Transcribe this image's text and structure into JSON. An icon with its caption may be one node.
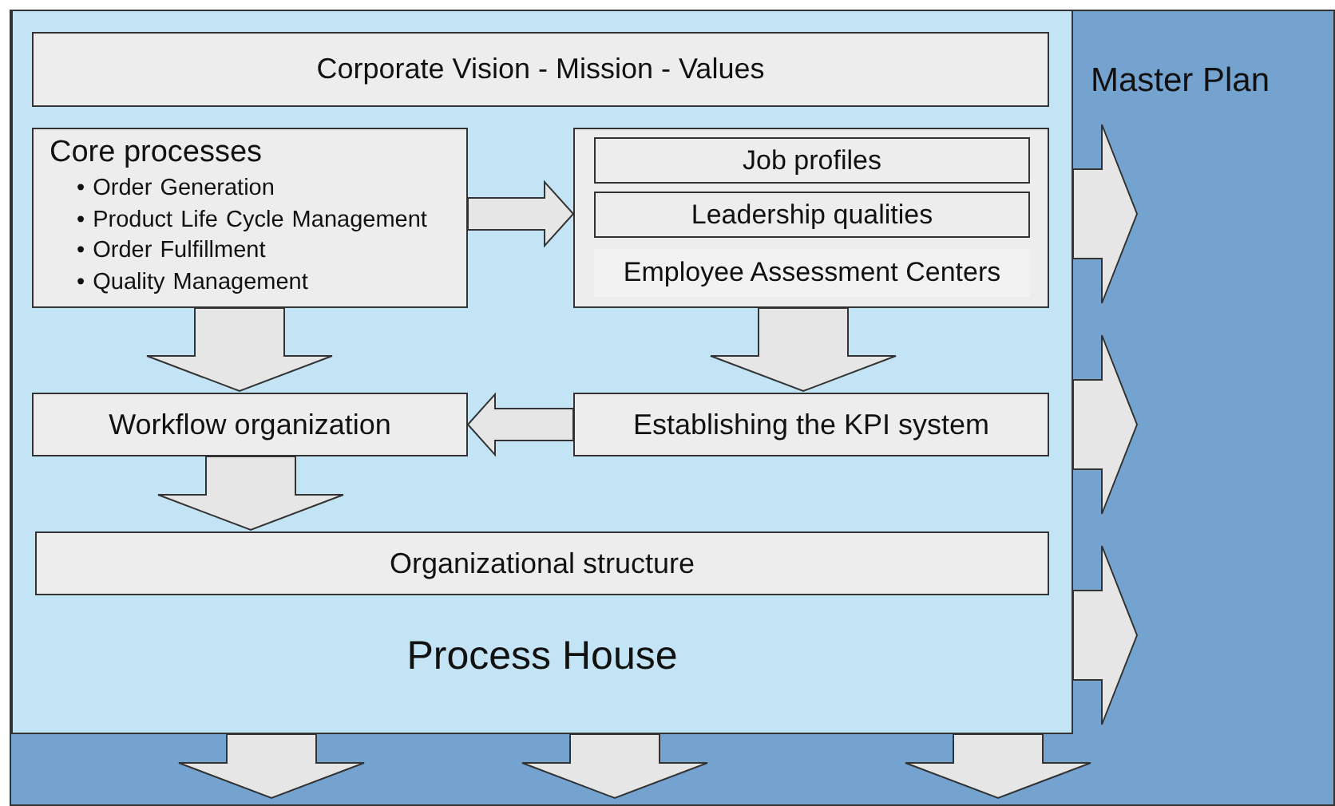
{
  "diagram": {
    "nodes": [
      {
        "text": [
          "Master Plan"
        ]
      },
      {
        "text": [
          "Process House"
        ],
        "in": 0
      },
      {
        "text": [
          "Corporate Vision - Mission - Values"
        ],
        "in": 1
      },
      {
        "text": [
          "Core processes",
          "• Order Generation",
          "• Product Life Cycle Management",
          "• Order Fulfillment",
          "• Quality Management"
        ],
        "in": 1
      },
      {
        "text": [],
        "shape": "box",
        "in": 1
      },
      {
        "text": [
          "Job profiles"
        ],
        "in": 4
      },
      {
        "text": [
          "Leadership qualities"
        ],
        "in": 4
      },
      {
        "text": [
          "Employee Assessment Centers"
        ],
        "in": 4
      },
      {
        "text": [
          "Workflow organization"
        ],
        "in": 1
      },
      {
        "text": [
          "Establishing the KPI system"
        ],
        "in": 1
      },
      {
        "text": [
          "Organizational structure"
        ],
        "in": 1
      }
    ],
    "edges": [
      {
        "from": 3,
        "to": 4,
        "arrow": "to"
      },
      {
        "from": 3,
        "to": 8,
        "arrow": "to"
      },
      {
        "from": 4,
        "to": 9,
        "arrow": "to"
      },
      {
        "from": 9,
        "to": 8,
        "arrow": "to"
      },
      {
        "from": 8,
        "to": 10,
        "arrow": "to"
      },
      {
        "from": 1,
        "to": null,
        "arrow": "to"
      },
      {
        "from": 1,
        "to": null,
        "arrow": "to"
      },
      {
        "from": 1,
        "to": null,
        "arrow": "to"
      },
      {
        "from": 1,
        "to": null,
        "arrow": "to"
      },
      {
        "from": 1,
        "to": null,
        "arrow": "to"
      },
      {
        "from": 1,
        "to": null,
        "arrow": "to"
      }
    ]
  }
}
